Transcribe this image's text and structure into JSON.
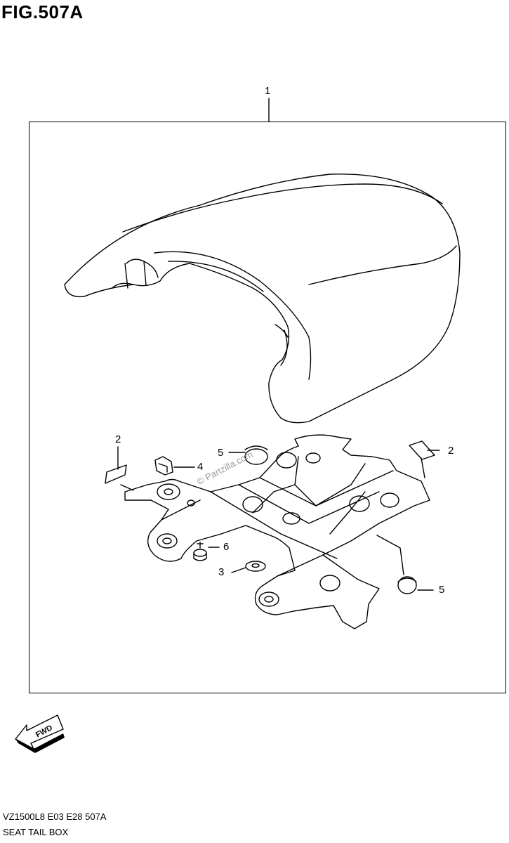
{
  "figure": {
    "title": "FIG.507A"
  },
  "callouts": {
    "c1": "1",
    "c2a": "2",
    "c2b": "2",
    "c3": "3",
    "c4": "4",
    "c5a": "5",
    "c5b": "5",
    "c6": "6"
  },
  "fwd_label": "FWD",
  "watermark": "© Partzilla.com",
  "footer": {
    "model_line": "VZ1500L8  E03  E28  507A",
    "description": "SEAT TAIL BOX"
  }
}
